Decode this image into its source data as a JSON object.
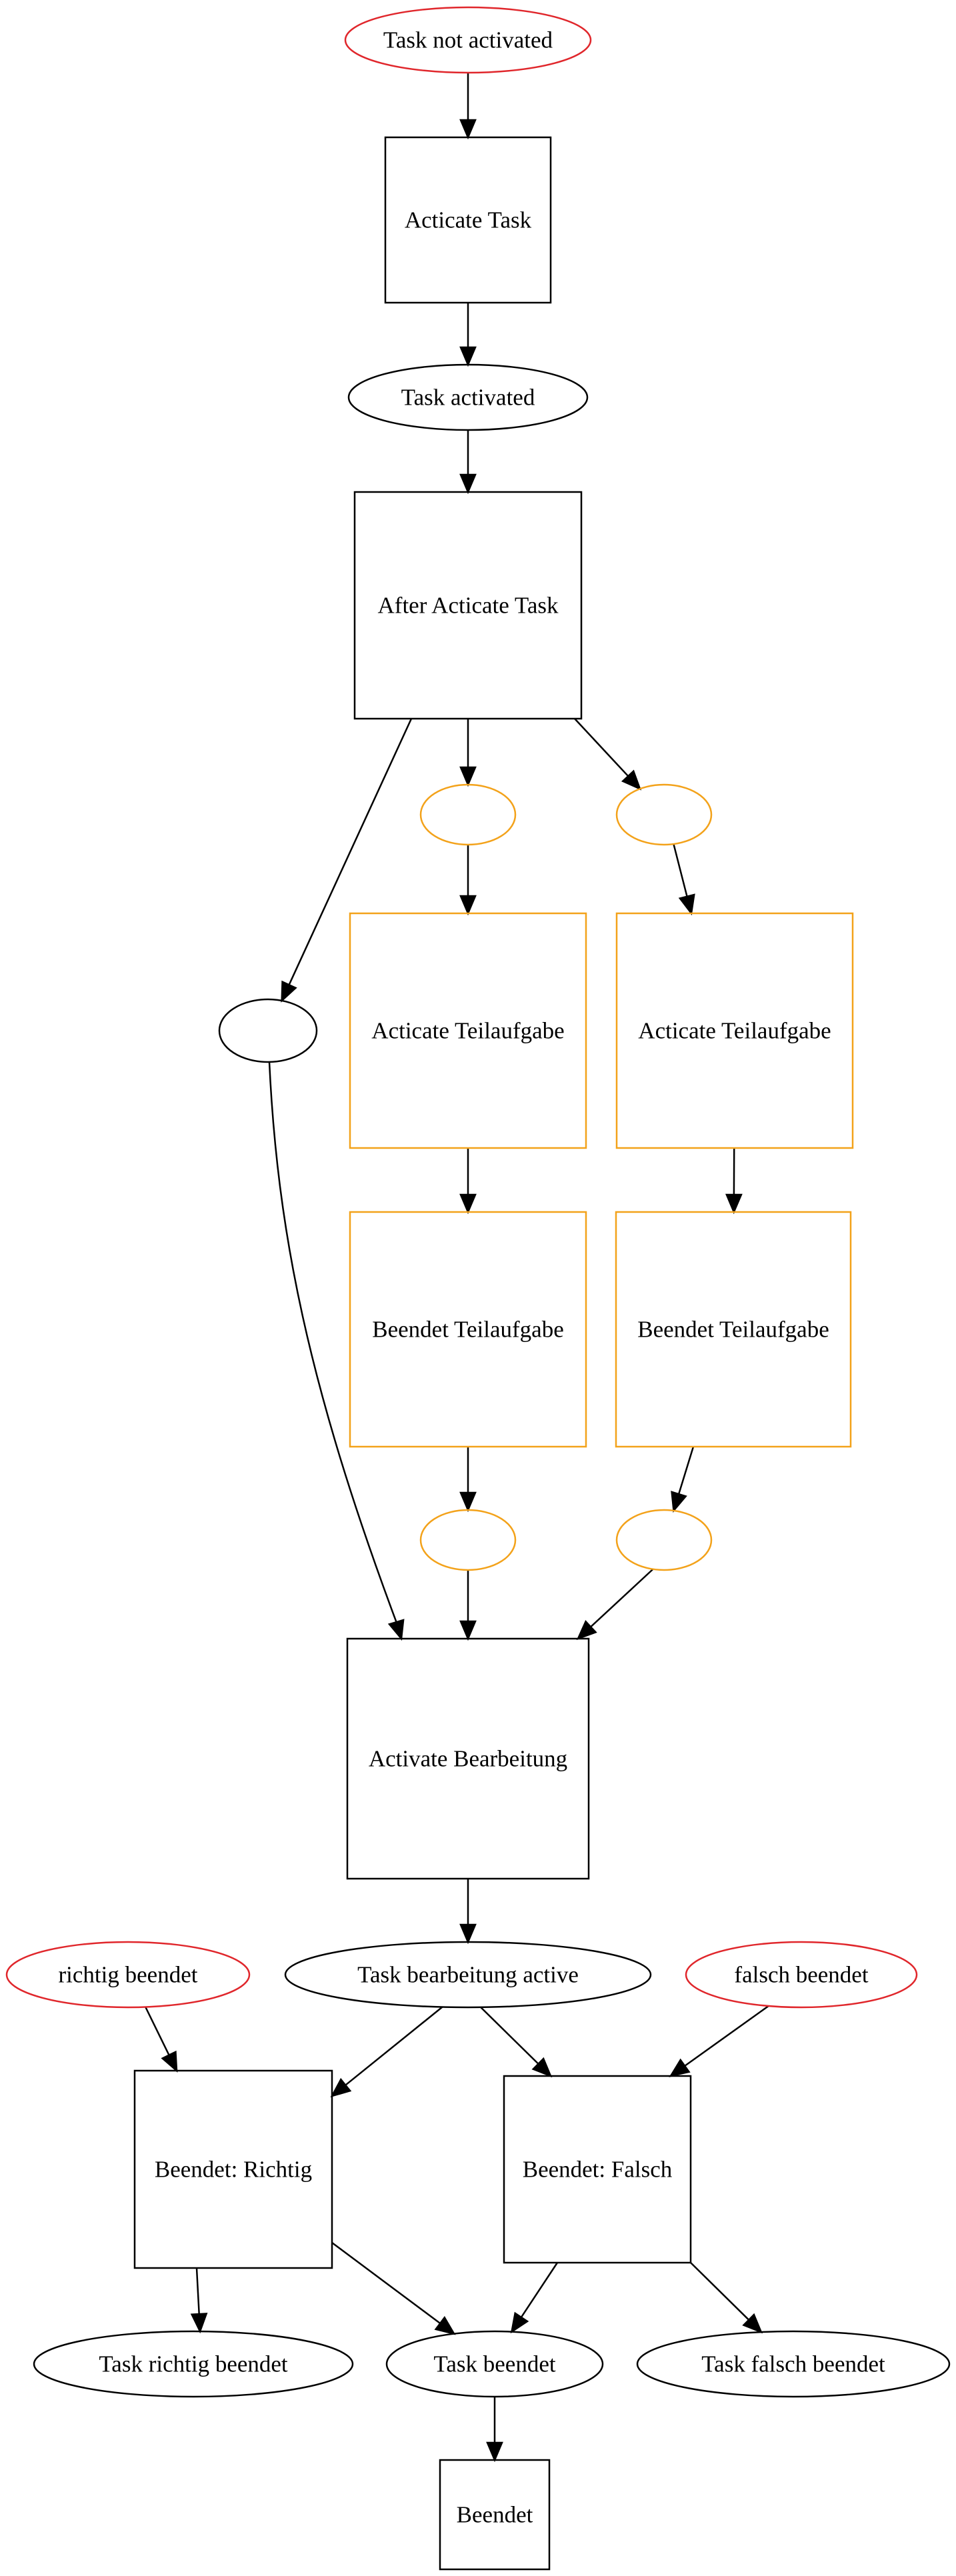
{
  "colors": {
    "default_stroke": "#000000",
    "red_stroke": "#e0262b",
    "orange_stroke": "#f3a21a",
    "background": "#ffffff"
  },
  "nodes": {
    "task_not_activated": {
      "label": "Task not activated",
      "shape": "ellipse",
      "color": "red"
    },
    "activate_task": {
      "label": "Acticate Task",
      "shape": "box",
      "color": "default"
    },
    "task_activated": {
      "label": "Task activated",
      "shape": "ellipse",
      "color": "default"
    },
    "after_activate_task": {
      "label": "After Acticate Task",
      "shape": "box",
      "color": "default"
    },
    "place_left": {
      "label": "",
      "shape": "ellipse",
      "color": "default"
    },
    "place_mid_top": {
      "label": "",
      "shape": "ellipse",
      "color": "orange"
    },
    "place_right_top": {
      "label": "",
      "shape": "ellipse",
      "color": "orange"
    },
    "activate_teilaufgabe_1": {
      "label": "Acticate Teilaufgabe",
      "shape": "box",
      "color": "orange"
    },
    "activate_teilaufgabe_2": {
      "label": "Acticate Teilaufgabe",
      "shape": "box",
      "color": "orange"
    },
    "beendet_teilaufgabe_1": {
      "label": "Beendet Teilaufgabe",
      "shape": "box",
      "color": "orange"
    },
    "beendet_teilaufgabe_2": {
      "label": "Beendet Teilaufgabe",
      "shape": "box",
      "color": "orange"
    },
    "place_mid_bottom": {
      "label": "",
      "shape": "ellipse",
      "color": "orange"
    },
    "place_right_bottom": {
      "label": "",
      "shape": "ellipse",
      "color": "orange"
    },
    "activate_bearbeitung": {
      "label": "Activate Bearbeitung",
      "shape": "box",
      "color": "default"
    },
    "richtig_beendet": {
      "label": "richtig beendet",
      "shape": "ellipse",
      "color": "red"
    },
    "task_bearbeitung_active": {
      "label": "Task bearbeitung active",
      "shape": "ellipse",
      "color": "default"
    },
    "falsch_beendet": {
      "label": "falsch beendet",
      "shape": "ellipse",
      "color": "red"
    },
    "beendet_richtig": {
      "label": "Beendet: Richtig",
      "shape": "box",
      "color": "default"
    },
    "beendet_falsch": {
      "label": "Beendet: Falsch",
      "shape": "box",
      "color": "default"
    },
    "task_richtig_beendet": {
      "label": "Task richtig beendet",
      "shape": "ellipse",
      "color": "default"
    },
    "task_beendet": {
      "label": "Task beendet",
      "shape": "ellipse",
      "color": "default"
    },
    "task_falsch_beendet": {
      "label": "Task falsch beendet",
      "shape": "ellipse",
      "color": "default"
    },
    "beendet": {
      "label": "Beendet",
      "shape": "box",
      "color": "default"
    }
  },
  "edges": [
    {
      "from": "task_not_activated",
      "to": "activate_task"
    },
    {
      "from": "activate_task",
      "to": "task_activated"
    },
    {
      "from": "task_activated",
      "to": "after_activate_task"
    },
    {
      "from": "after_activate_task",
      "to": "place_left"
    },
    {
      "from": "after_activate_task",
      "to": "place_mid_top"
    },
    {
      "from": "after_activate_task",
      "to": "place_right_top"
    },
    {
      "from": "place_mid_top",
      "to": "activate_teilaufgabe_1"
    },
    {
      "from": "place_right_top",
      "to": "activate_teilaufgabe_2"
    },
    {
      "from": "activate_teilaufgabe_1",
      "to": "beendet_teilaufgabe_1"
    },
    {
      "from": "activate_teilaufgabe_2",
      "to": "beendet_teilaufgabe_2"
    },
    {
      "from": "beendet_teilaufgabe_1",
      "to": "place_mid_bottom"
    },
    {
      "from": "beendet_teilaufgabe_2",
      "to": "place_right_bottom"
    },
    {
      "from": "place_left",
      "to": "activate_bearbeitung"
    },
    {
      "from": "place_mid_bottom",
      "to": "activate_bearbeitung"
    },
    {
      "from": "place_right_bottom",
      "to": "activate_bearbeitung"
    },
    {
      "from": "activate_bearbeitung",
      "to": "task_bearbeitung_active"
    },
    {
      "from": "richtig_beendet",
      "to": "beendet_richtig"
    },
    {
      "from": "task_bearbeitung_active",
      "to": "beendet_richtig"
    },
    {
      "from": "task_bearbeitung_active",
      "to": "beendet_falsch"
    },
    {
      "from": "falsch_beendet",
      "to": "beendet_falsch"
    },
    {
      "from": "beendet_richtig",
      "to": "task_richtig_beendet"
    },
    {
      "from": "beendet_richtig",
      "to": "task_beendet"
    },
    {
      "from": "beendet_falsch",
      "to": "task_beendet"
    },
    {
      "from": "beendet_falsch",
      "to": "task_falsch_beendet"
    },
    {
      "from": "task_beendet",
      "to": "beendet"
    }
  ]
}
